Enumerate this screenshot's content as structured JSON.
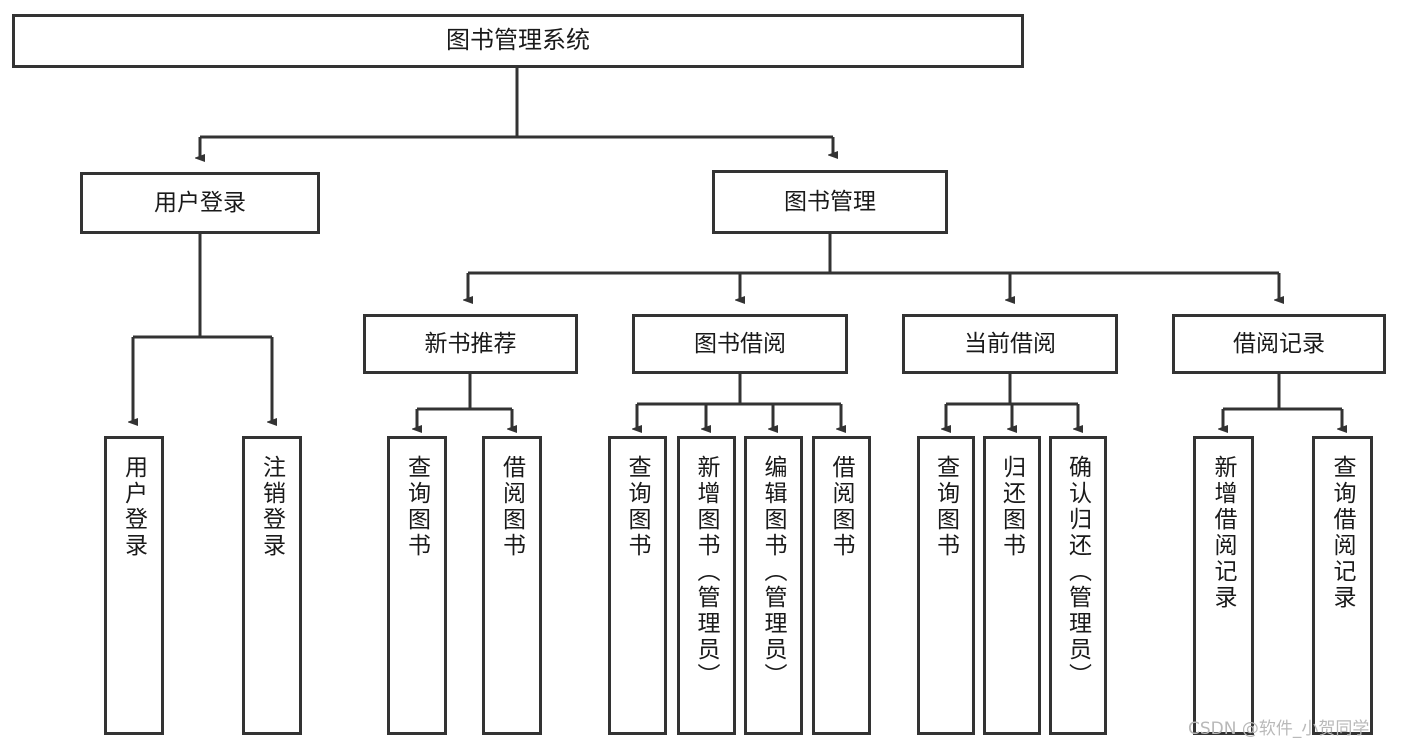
{
  "diagram": {
    "title": "图书管理系统",
    "type": "hierarchy-tree",
    "levels": 4,
    "colors": {
      "box_border": "#333333",
      "box_fill": "#ffffff",
      "connector": "#333333",
      "text": "#1a1a1a",
      "watermark": "#b9b9b9",
      "background": "#ffffff"
    },
    "root": {
      "id": "root",
      "label": "图书管理系统"
    },
    "level2": [
      {
        "id": "user-login",
        "label": "用户登录"
      },
      {
        "id": "book-manage",
        "label": "图书管理"
      }
    ],
    "level3": [
      {
        "id": "new-book-recommend",
        "label": "新书推荐",
        "parent": "book-manage"
      },
      {
        "id": "book-borrow",
        "label": "图书借阅",
        "parent": "book-manage"
      },
      {
        "id": "current-borrow",
        "label": "当前借阅",
        "parent": "book-manage"
      },
      {
        "id": "borrow-record",
        "label": "借阅记录",
        "parent": "book-manage"
      }
    ],
    "leaves": {
      "user-login": [
        {
          "id": "leaf-user-login",
          "label": "用户登录"
        },
        {
          "id": "leaf-user-logout",
          "label": "注销登录"
        }
      ],
      "new-book-recommend": [
        {
          "id": "leaf-query-book-1",
          "label": "查询图书"
        },
        {
          "id": "leaf-borrow-book-1",
          "label": "借阅图书"
        }
      ],
      "book-borrow": [
        {
          "id": "leaf-query-book-2",
          "label": "查询图书"
        },
        {
          "id": "leaf-add-book",
          "label": "新增图书（管理员）"
        },
        {
          "id": "leaf-edit-book",
          "label": "编辑图书（管理员）"
        },
        {
          "id": "leaf-borrow-book-2",
          "label": "借阅图书"
        }
      ],
      "current-borrow": [
        {
          "id": "leaf-query-book-3",
          "label": "查询图书"
        },
        {
          "id": "leaf-return-book",
          "label": "归还图书"
        },
        {
          "id": "leaf-confirm-return",
          "label": "确认归还（管理员）"
        }
      ],
      "borrow-record": [
        {
          "id": "leaf-add-record",
          "label": "新增借阅记录"
        },
        {
          "id": "leaf-query-record",
          "label": "查询借阅记录"
        }
      ]
    }
  },
  "watermark": {
    "text": "CSDN @软件_小贺同学"
  }
}
